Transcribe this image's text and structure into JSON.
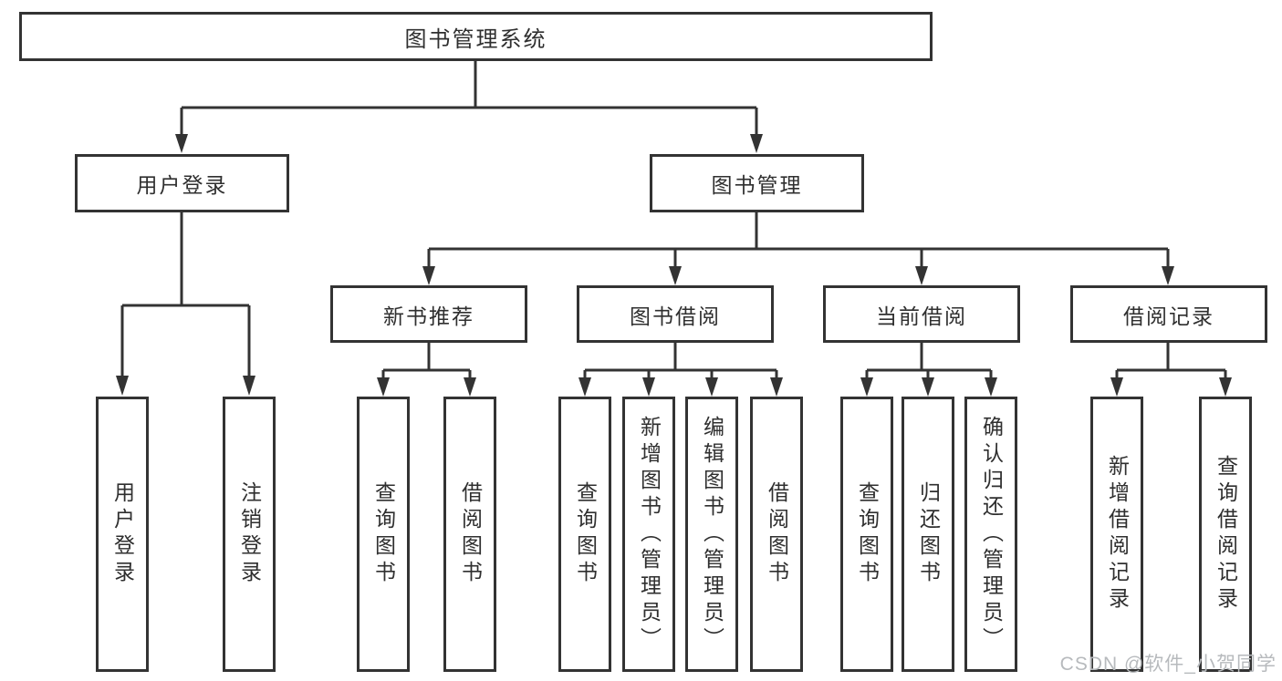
{
  "tree": {
    "root": {
      "label": "图书管理系统"
    },
    "children": [
      {
        "label": "用户登录",
        "children": [
          {
            "label": "用户登录"
          },
          {
            "label": "注销登录"
          }
        ]
      },
      {
        "label": "图书管理",
        "children": [
          {
            "label": "新书推荐",
            "children": [
              {
                "label": "查询图书"
              },
              {
                "label": "借阅图书"
              }
            ]
          },
          {
            "label": "图书借阅",
            "children": [
              {
                "label": "查询图书"
              },
              {
                "label": "新增图书（管理员）"
              },
              {
                "label": "编辑图书（管理员）"
              },
              {
                "label": "借阅图书"
              }
            ]
          },
          {
            "label": "当前借阅",
            "children": [
              {
                "label": "查询图书"
              },
              {
                "label": "归还图书"
              },
              {
                "label": "确认归还（管理员）"
              }
            ]
          },
          {
            "label": "借阅记录",
            "children": [
              {
                "label": "新增借阅记录"
              },
              {
                "label": "查询借阅记录"
              }
            ]
          }
        ]
      }
    ]
  },
  "watermark": {
    "text": "CSDN @软件_小贺同学"
  },
  "colors": {
    "line": "#333333",
    "border": "#333333",
    "text": "#2f2f2f",
    "background": "#ffffff",
    "watermark_gray": "#b7babd"
  }
}
